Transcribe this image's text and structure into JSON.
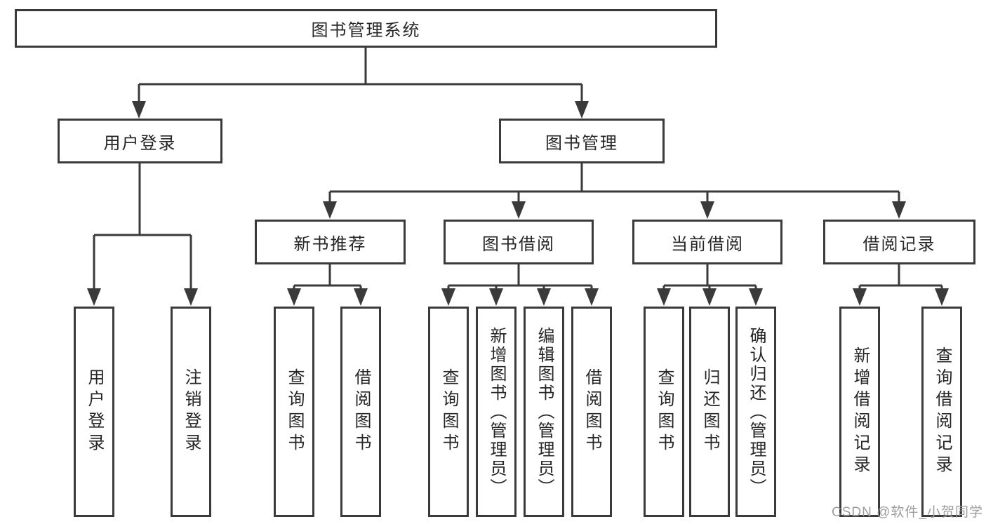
{
  "diagram": {
    "root": {
      "label": "图书管理系统"
    },
    "level2": [
      {
        "label": "用户登录"
      },
      {
        "label": "图书管理"
      }
    ],
    "level3": [
      {
        "label": "新书推荐"
      },
      {
        "label": "图书借阅"
      },
      {
        "label": "当前借阅"
      },
      {
        "label": "借阅记录"
      }
    ],
    "leaves": [
      {
        "label": "用户登录"
      },
      {
        "label": "注销登录"
      },
      {
        "label": "查询图书"
      },
      {
        "label": "借阅图书"
      },
      {
        "label": "查询图书"
      },
      {
        "label": "新增图书（管理员）"
      },
      {
        "label": "编辑图书（管理员）"
      },
      {
        "label": "借阅图书"
      },
      {
        "label": "查询图书"
      },
      {
        "label": "归还图书"
      },
      {
        "label": "确认归还（管理员）"
      },
      {
        "label": "新增借阅记录"
      },
      {
        "label": "查询借阅记录"
      }
    ]
  },
  "watermark": {
    "text": "CSDN @软件_小贺同学"
  },
  "colors": {
    "line": "#3a3a3a",
    "text": "#262626",
    "watermark": "#9e9e9e",
    "background": "#ffffff"
  }
}
